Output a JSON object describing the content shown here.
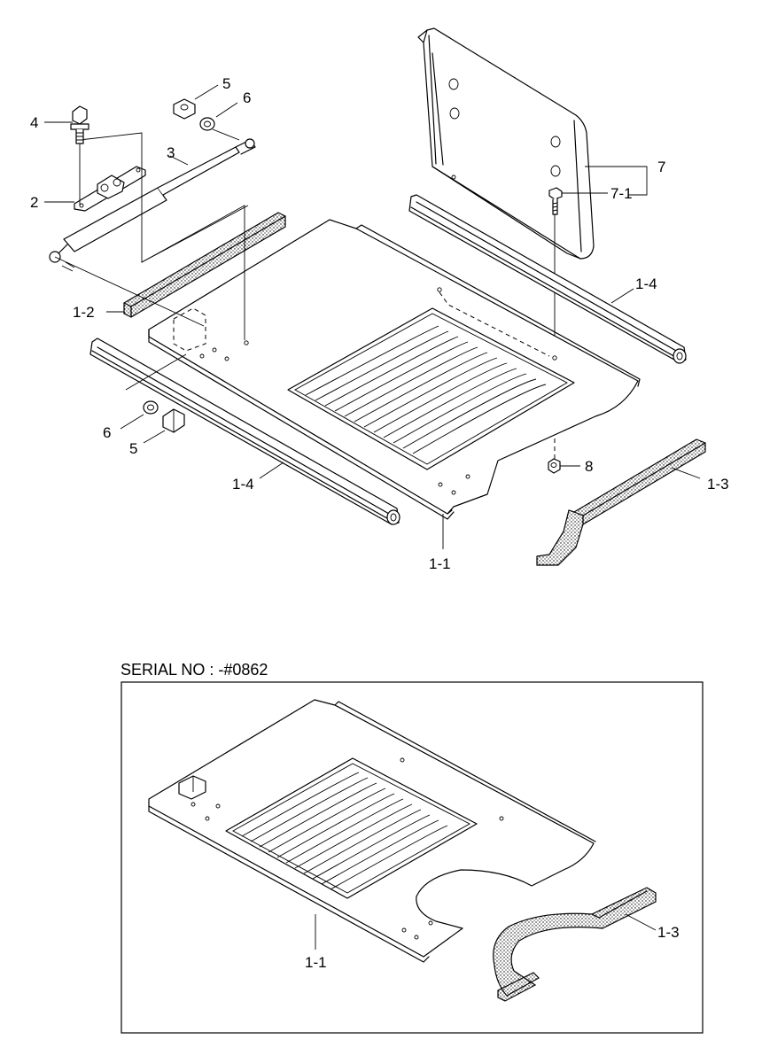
{
  "upper_labels": {
    "l4": "4",
    "l2": "2",
    "l3": "3",
    "l5a": "5",
    "l6a": "6",
    "l7": "7",
    "l7_1": "7-1",
    "l1_4a": "1-4",
    "l1_2": "1-2",
    "l6b": "6",
    "l5b": "5",
    "l8": "8",
    "l1_3": "1-3",
    "l1_4b": "1-4",
    "l1_1": "1-1"
  },
  "inset": {
    "title": "SERIAL NO : -#0862",
    "l1_3": "1-3",
    "l1_1": "1-1"
  },
  "colors": {
    "line": "#000000",
    "foam": "#d0d0d0",
    "background": "#ffffff"
  }
}
